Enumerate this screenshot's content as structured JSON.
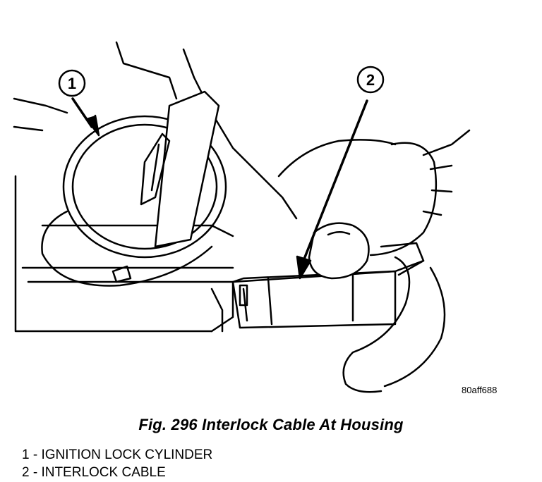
{
  "figure": {
    "callouts": [
      {
        "number": "1"
      },
      {
        "number": "2"
      }
    ],
    "drawing_code": "80aff688",
    "caption": "Fig. 296 Interlock Cable At Housing"
  },
  "legend": [
    {
      "text": "1 - IGNITION LOCK CYLINDER"
    },
    {
      "text": "2 - INTERLOCK CABLE"
    }
  ]
}
